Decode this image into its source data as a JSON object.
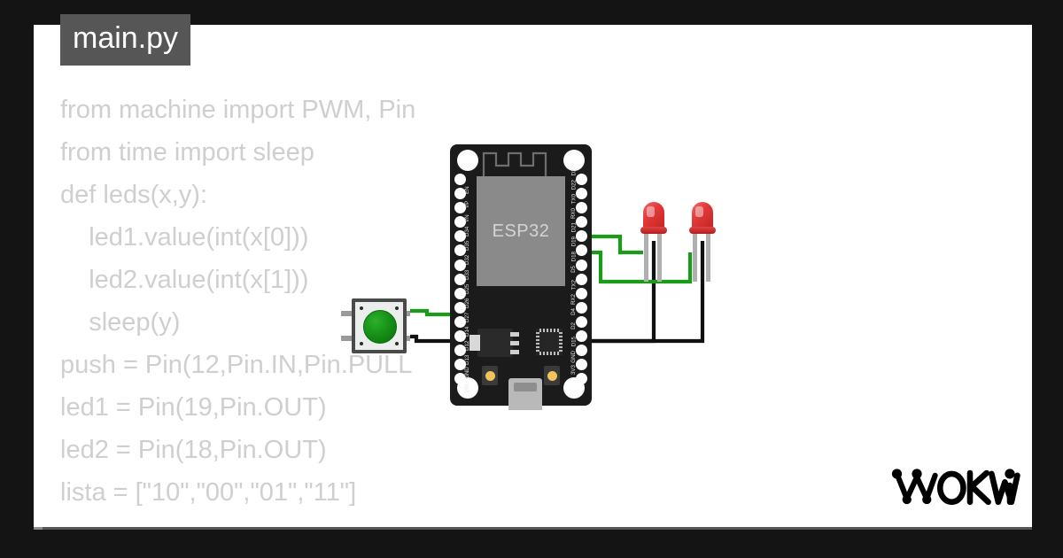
{
  "window": {
    "background_color": "#141414",
    "canvas_color": "#ffffff",
    "border_color": "#575757"
  },
  "editor": {
    "file_tab_label": "main.py",
    "tab_bg_color": "#565656",
    "tab_text_color": "#ffffff",
    "code_color": "#cfcfcf",
    "code_lines": [
      "from machine import PWM, Pin",
      "from time import sleep",
      "def leds(x,y):",
      "    led1.value(int(x[0]))",
      "    led2.value(int(x[1]))",
      "    sleep(y)",
      "push = Pin(12,Pin.IN,Pin.PULL",
      "led1 = Pin(19,Pin.OUT)",
      "led2 = Pin(18,Pin.OUT)",
      "lista = [\"10\",\"00\",\"01\",\"11\"]"
    ]
  },
  "branding": {
    "logo_text": "WOKWI",
    "logo_color": "#000000"
  },
  "diagram": {
    "board": {
      "name": "ESP32 DevKit",
      "chip_label": "ESP32",
      "chip_color": "#8a8a8a",
      "pcb_color": "#1b1b1b",
      "pins_left": [
        "EN",
        "VP",
        "VN",
        "D34",
        "D35",
        "D32",
        "D33",
        "D25",
        "D26",
        "D27",
        "D14",
        "D12",
        "D13",
        "GND",
        "VIN"
      ],
      "pins_right": [
        "D23",
        "D22",
        "TX0",
        "RX0",
        "D21",
        "D19",
        "D18",
        "D5",
        "TX2",
        "RX2",
        "D4",
        "D2",
        "D15",
        "GND",
        "3V3"
      ]
    },
    "pushbutton": {
      "name": "Pushbutton",
      "cap_color": "#169016",
      "body_color": "#eceded"
    },
    "leds": [
      {
        "name": "led1",
        "color": "#e03a3a",
        "label": "red"
      },
      {
        "name": "led2",
        "color": "#e03a3a",
        "label": "red"
      }
    ],
    "wires": [
      {
        "name": "wire-d19-to-led1-anode",
        "color": "#1a9c1a",
        "from": "D19",
        "to": "LED1 anode"
      },
      {
        "name": "wire-d18-to-led2-anode",
        "color": "#1a9c1a",
        "from": "D18",
        "to": "LED2 anode"
      },
      {
        "name": "wire-d12-to-pushbutton",
        "color": "#1a9c1a",
        "from": "D12",
        "to": "Pushbutton pin 1"
      },
      {
        "name": "wire-gnd-to-pushbutton",
        "color": "#111111",
        "from": "GND",
        "to": "Pushbutton pin 2"
      },
      {
        "name": "wire-gnd-to-led-cathodes",
        "color": "#111111",
        "from": "GND",
        "to": "LED cathodes"
      }
    ],
    "wire_colors": {
      "signal": "#1a9c1a",
      "ground": "#111111"
    }
  }
}
